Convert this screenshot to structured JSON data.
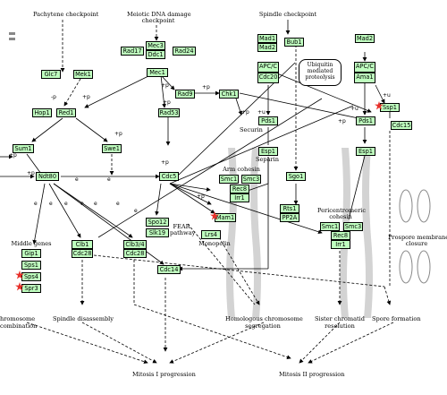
{
  "checkpoints": {
    "pachytene": "Pachytene checkpoint",
    "meiotic_dna_1": "Meiotic DNA damage",
    "meiotic_dna_2": "checkpoint",
    "spindle": "Spindle checkpoint"
  },
  "nodes": {
    "rad17": "Rad17",
    "mec3": "Mec3",
    "ddc1": "Ddc1",
    "rad24": "Rad24",
    "glc7": "Glc7",
    "mek1": "Mek1",
    "mec1": "Mec1",
    "hop1": "Hop1",
    "red1": "Red1",
    "rad9": "Rad9",
    "chk1": "Chk1",
    "rad53": "Rad53",
    "mad1": "Mad1",
    "mad2a": "Mad2",
    "bub1": "Bub1",
    "mad2b": "Mad2",
    "apcc1": "APC/C",
    "cdc20": "Cdc20",
    "apcc2": "APC/C",
    "ama1": "Ama1",
    "pds1a": "Pds1",
    "pds1b": "Pds1",
    "ssp1": "Ssp1",
    "cdc15": "Cdc15",
    "esp1a": "Esp1",
    "esp1b": "Esp1",
    "swe1": "Swe1",
    "sum1": "Sum1",
    "ndt80": "Ndt80",
    "cdc5": "Cdc5",
    "smc1a": "Smc1",
    "smc3a": "Smc3",
    "rec8a": "Rec8",
    "irr1a": "Irr1",
    "sgo1": "Sgo1",
    "rts1": "Rts1",
    "pp2a": "PP2A",
    "smc1b": "Smc1",
    "smc3b": "Smc3",
    "rec8b": "Rec8",
    "irr1b": "Irr1",
    "mam1": "Mam1",
    "lrs4": "Lrs4",
    "spo12": "Spo12",
    "slk19": "Slk19",
    "clb1": "Clb1",
    "cdc28a": "Cdc28",
    "clb34": "Clb3/4",
    "cdc28b": "Cdc28",
    "cdc14": "Cdc14",
    "gip1": "Gip1",
    "sps1": "Sps1",
    "sps4": "Sps4",
    "spr3": "Spr3"
  },
  "labels": {
    "ubiquitin_1": "Ubiquitin",
    "ubiquitin_2": "mediated",
    "ubiquitin_3": "proteolysis",
    "securin": "Securin",
    "separin": "Separin",
    "arm_cohesin": "Arm cohesin",
    "pericentromeric_1": "Pericentromeric",
    "pericentromeric_2": "cohesin",
    "fear_1": "FEAR",
    "fear_2": "pathway",
    "monopolin": "Monopolin",
    "middle_genes": "Middle genes",
    "prospore_1": "Prospore membrane",
    "prospore_2": "closure",
    "chrom_recomb_1": "hromosome",
    "chrom_recomb_2": "combination",
    "spindle_dis": "Spindle disassembly",
    "hom_seg_1": "Homologous chromosome",
    "hom_seg_2": "segregation",
    "sister_res_1": "Sister chromatid",
    "sister_res_2": "resolution",
    "spore_form": "Spore formation",
    "mitosis1": "Mitosis I progression",
    "mitosis2": "Mitosis II progression"
  },
  "edge_labels": {
    "p1": "-p",
    "p2": "+p",
    "p3": "+p",
    "p4": "+p",
    "p5": "+p",
    "p6": "+p",
    "p7": "+p",
    "p8": "+p",
    "p9": "+p",
    "p10": "+p",
    "p11": "+p",
    "p12": "+p",
    "u1": "+u",
    "u2": "+u",
    "u3": "+u",
    "e1": "e",
    "e2": "e",
    "e3": "e",
    "e4": "e",
    "e5": "e",
    "e6": "e",
    "e7": "e",
    "e8": "e",
    "e9": "e"
  },
  "colors": {
    "node_fill": "#bfffbf",
    "star": "#e8302a",
    "chromosome": "#d0d0d0"
  }
}
